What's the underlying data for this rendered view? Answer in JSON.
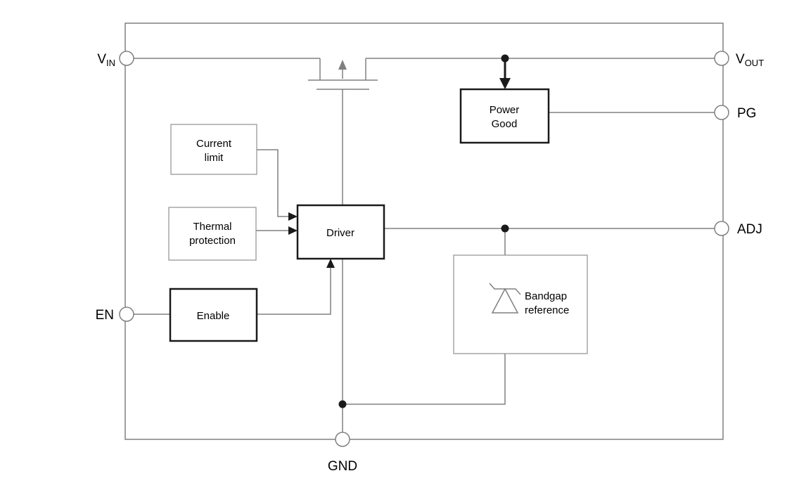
{
  "diagram": {
    "pins": {
      "vin_main": "V",
      "vin_sub": "IN",
      "vout_main": "V",
      "vout_sub": "OUT",
      "pg": "PG",
      "adj": "ADJ",
      "en": "EN",
      "gnd": "GND"
    },
    "blocks": {
      "current_limit_1": "Current",
      "current_limit_2": "limit",
      "thermal_1": "Thermal",
      "thermal_2": "protection",
      "driver": "Driver",
      "enable": "Enable",
      "power_good_1": "Power",
      "power_good_2": "Good",
      "bandgap_1": "Bandgap",
      "bandgap_2": "reference"
    },
    "colors": {
      "wire": "#808080",
      "thin_border": "#909090",
      "bold_border": "#1a1a1a",
      "text": "#000000",
      "background": "#ffffff"
    }
  }
}
